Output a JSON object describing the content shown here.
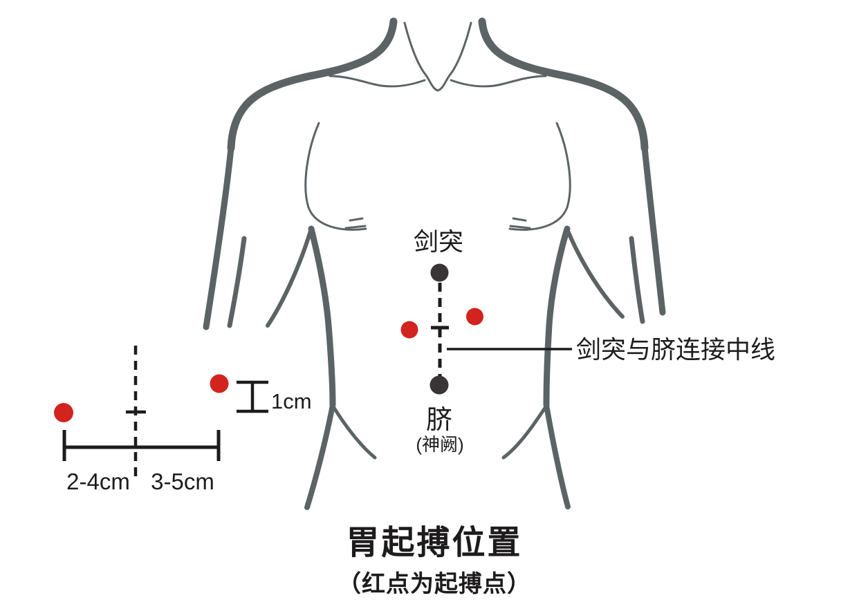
{
  "colors": {
    "outline_gray": "#5c6365",
    "ink": "#1d1b1b",
    "dark_dot": "#393536",
    "red": "#d2231f"
  },
  "torso_labels": {
    "xiphoid": "剑突",
    "navel": "脐",
    "navel_alt": "(神阙)",
    "midline": "剑突与脐连接中线"
  },
  "detail": {
    "offset_1cm": "1cm",
    "range_left": "2-4cm",
    "range_right": "3-5cm"
  },
  "caption": {
    "title": "胃起搏位置",
    "subtitle": "（红点为起搏点）"
  }
}
